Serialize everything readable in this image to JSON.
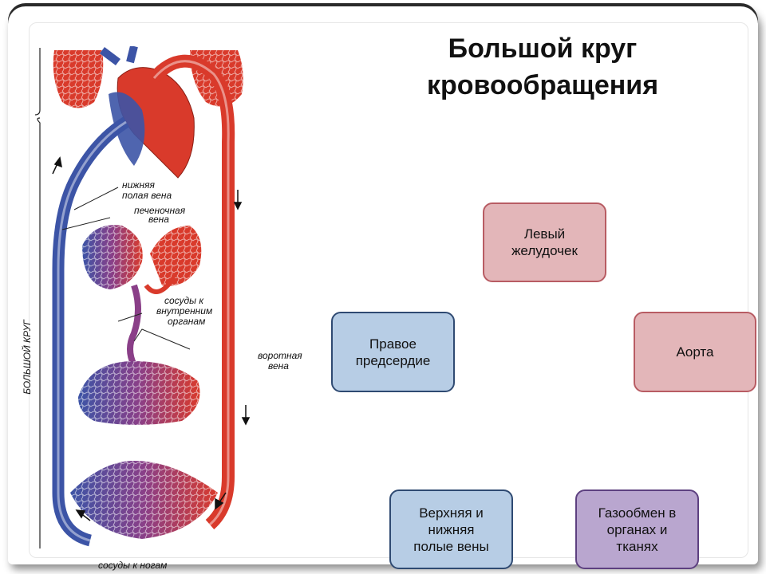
{
  "title": {
    "line1": "Большой круг",
    "line2": "кровообращения"
  },
  "boxes": {
    "left_ventricle": "Левый\nжелудочек",
    "aorta": "Аорта",
    "right_atrium": "Правое\nпредсердие",
    "veins": "Верхняя и\nнижняя\nполые вены",
    "gas_exchange": "Газообмен в\nорганах и\nтканях"
  },
  "diagram_labels": {
    "side": "БОЛЬШОЙ КРУГ",
    "inferior_vena_cava_1": "нижняя",
    "inferior_vena_cava_2": "полая вена",
    "hepatic_vein_1": "печеночная",
    "hepatic_vein_2": "вена",
    "organ_vessels_1": "сосуды к",
    "organ_vessels_2": "внутренним",
    "organ_vessels_3": "органам",
    "portal_vein_1": "воротная",
    "portal_vein_2": "вена",
    "leg_vessels": "сосуды к ногам"
  },
  "colors": {
    "artery": "#d93a2b",
    "vein": "#3c54a6",
    "box_red": "#e3b6b9",
    "box_blue": "#b7cde5",
    "box_purple": "#b9a6cf"
  }
}
